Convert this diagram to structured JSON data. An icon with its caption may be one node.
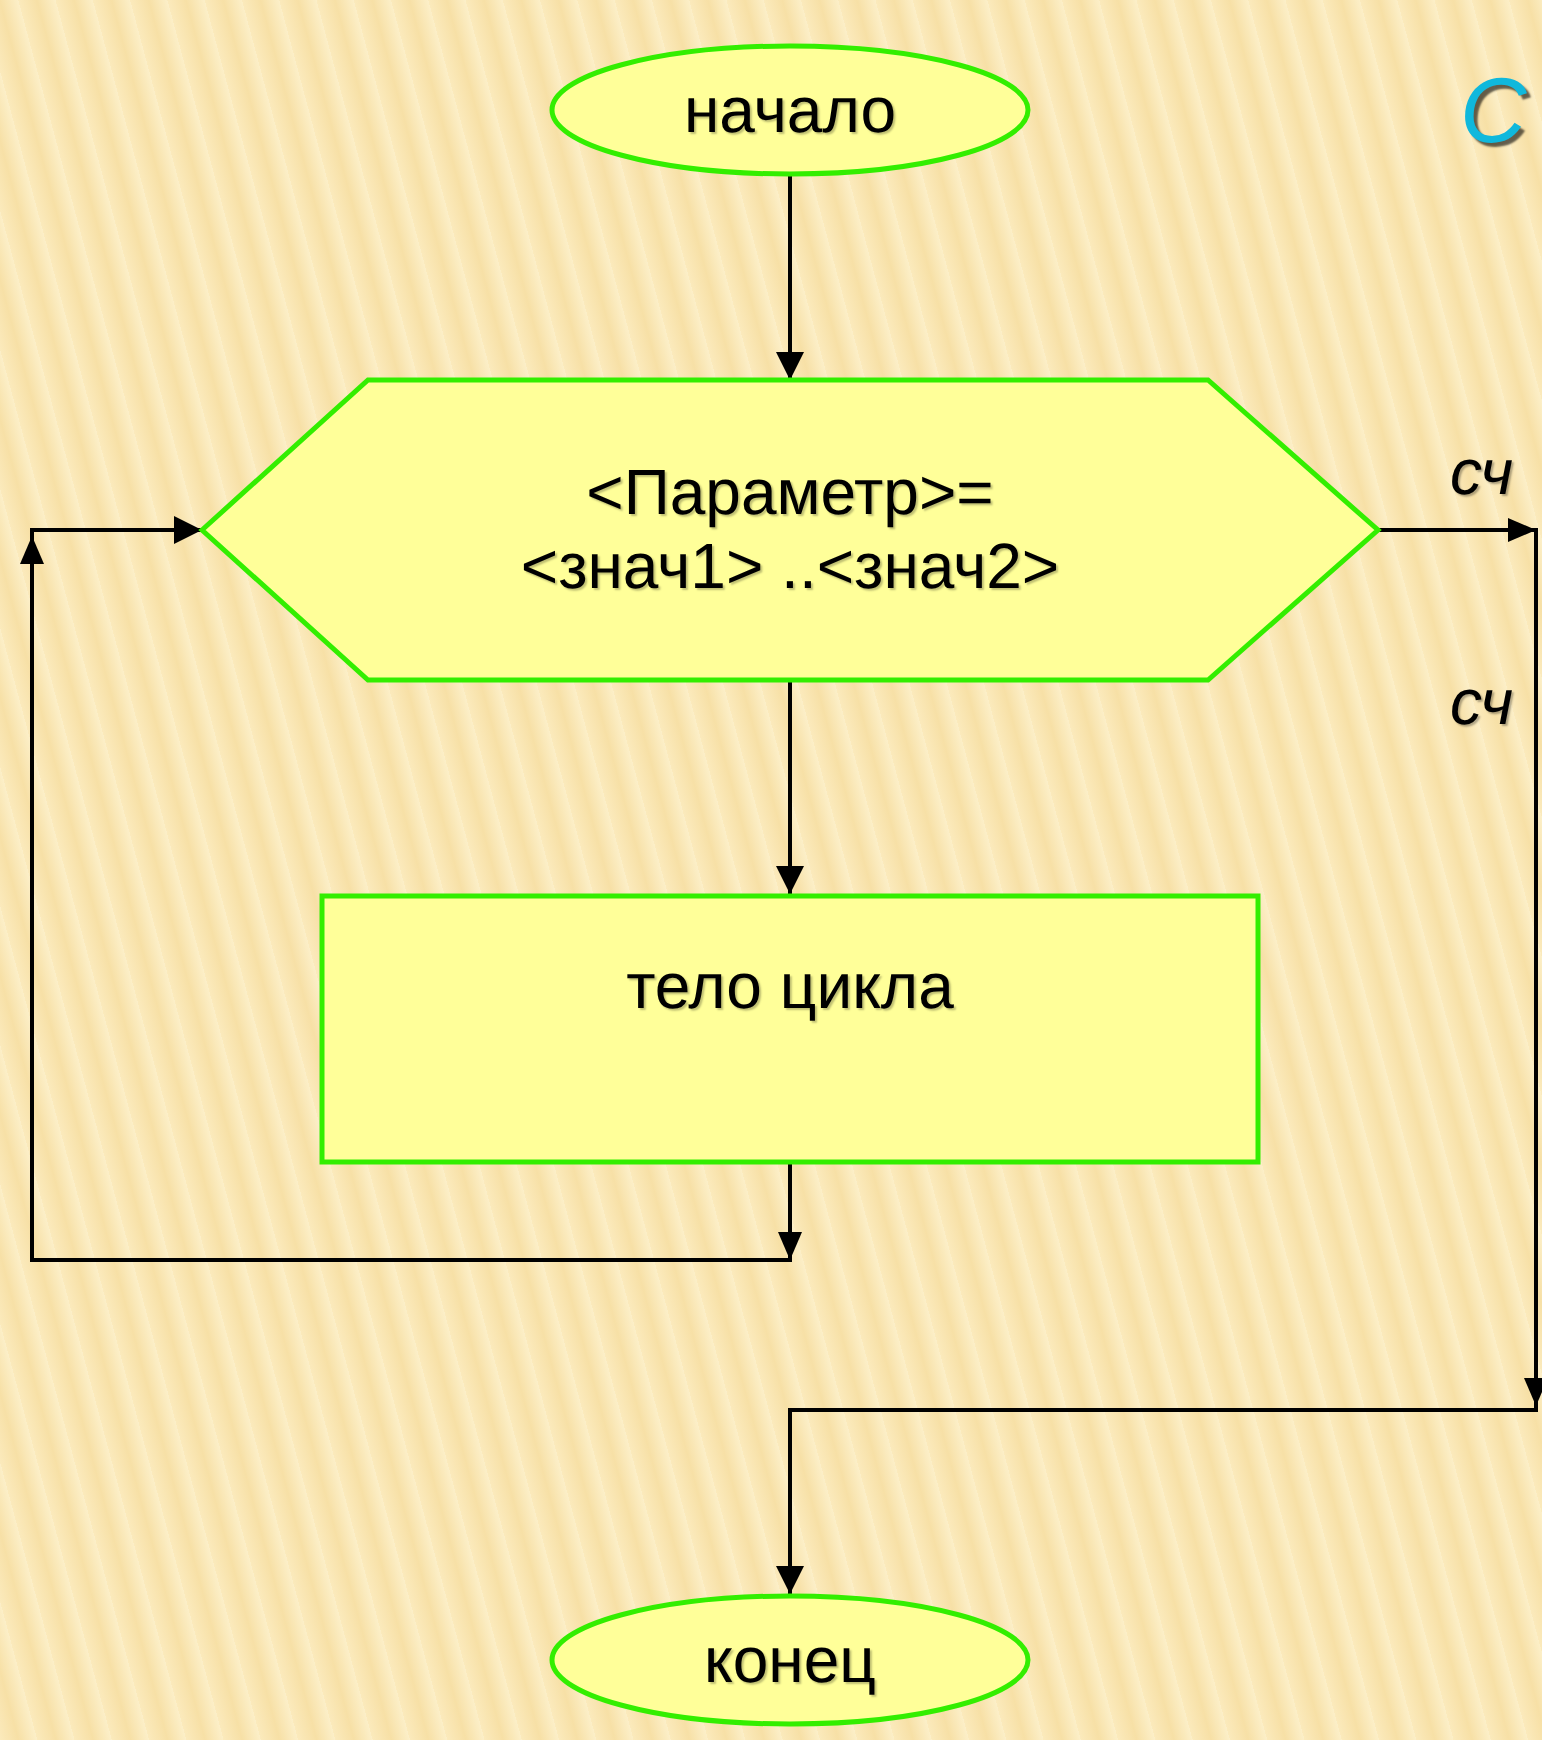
{
  "diagram": {
    "title": "С",
    "nodes": [
      {
        "text": [
          "начало"
        ]
      },
      {
        "text": [
          "<Параметр>= <знач1> ..<знач2>"
        ]
      },
      {
        "text": [
          "тело цикла"
        ]
      },
      {
        "text": [
          "конец"
        ]
      }
    ],
    "edges": [
      {
        "from": 0,
        "to": 1,
        "arrow": "to"
      },
      {
        "from": 1,
        "to": 2,
        "arrow": "to"
      },
      {
        "from": 2,
        "to": 1,
        "arrow": "to"
      },
      {
        "from": 1,
        "to": 3,
        "arrow": "to"
      }
    ],
    "labels": [
      "сч",
      "сч"
    ]
  }
}
